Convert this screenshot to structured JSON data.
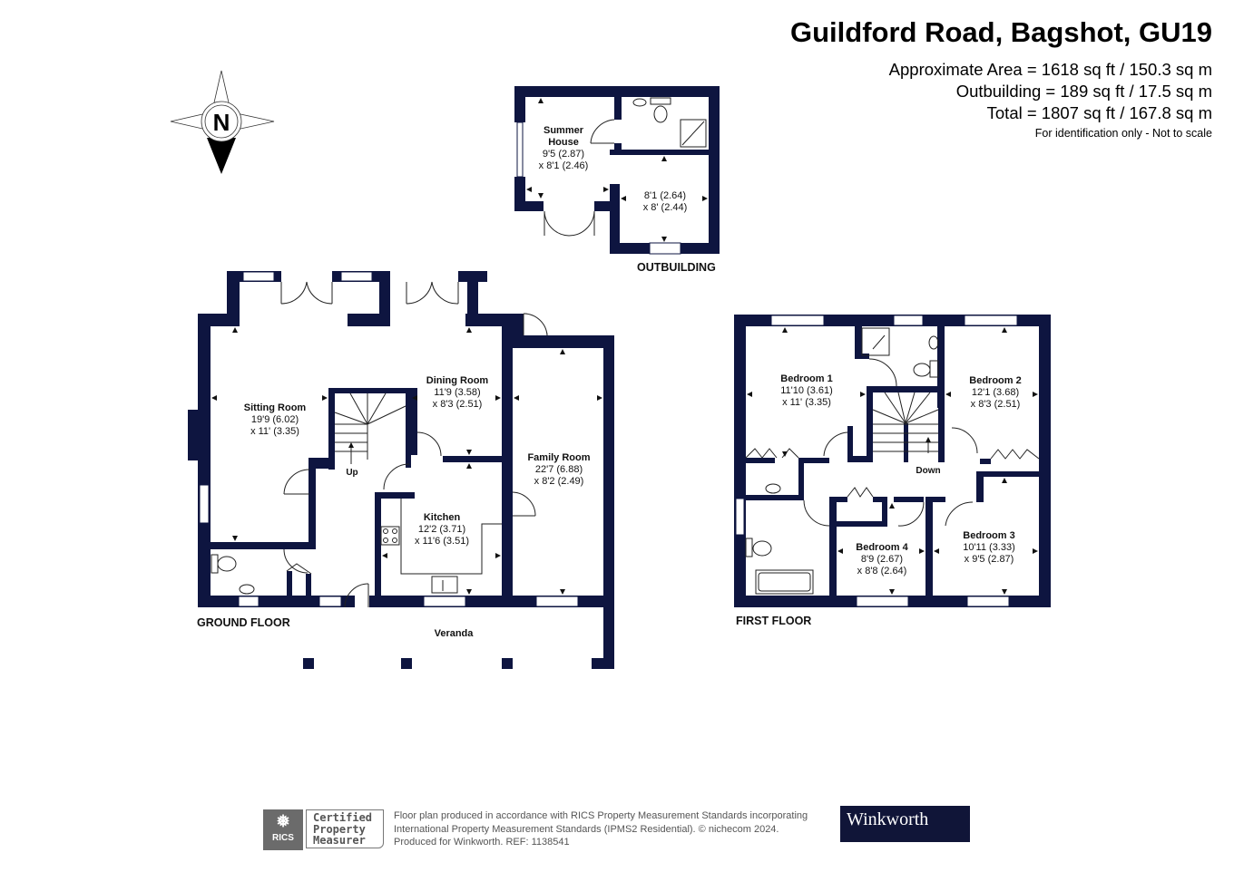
{
  "header": {
    "title": "Guildford Road, Bagshot, GU19",
    "approx_area": "Approximate Area = 1618 sq ft / 150.3 sq m",
    "outbuilding_area": "Outbuilding = 189 sq ft / 17.5 sq m",
    "total_area": "Total = 1807 sq ft / 167.8 sq m",
    "disclaimer": "For identification only - Not to scale"
  },
  "compass": {
    "letter": "N",
    "icon": "north-compass-icon"
  },
  "colors": {
    "wall": "#0e1540",
    "brand_bg": "#101538",
    "rics_grey": "#6b6b6b"
  },
  "outbuilding": {
    "label": "OUTBUILDING",
    "rooms": [
      {
        "name_line1": "Summer",
        "name_line2": "House",
        "dim1": "9'5 (2.87)",
        "dim2": "x 8'1 (2.46)"
      },
      {
        "name": "",
        "dim1": "8'1 (2.64)",
        "dim2": "x 8' (2.44)"
      }
    ]
  },
  "ground_floor": {
    "label": "GROUND FLOOR",
    "stairs_label": "Up",
    "veranda_label": "Veranda",
    "rooms": [
      {
        "name": "Sitting Room",
        "dim1": "19'9 (6.02)",
        "dim2": "x 11' (3.35)"
      },
      {
        "name": "Dining Room",
        "dim1": "11'9 (3.58)",
        "dim2": "x 8'3 (2.51)"
      },
      {
        "name": "Family Room",
        "dim1": "22'7 (6.88)",
        "dim2": "x 8'2 (2.49)"
      },
      {
        "name": "Kitchen",
        "dim1": "12'2 (3.71)",
        "dim2": "x 11'6 (3.51)"
      }
    ]
  },
  "first_floor": {
    "label": "FIRST FLOOR",
    "stairs_label": "Down",
    "rooms": [
      {
        "name": "Bedroom 1",
        "dim1": "11'10 (3.61)",
        "dim2": "x 11' (3.35)"
      },
      {
        "name": "Bedroom 2",
        "dim1": "12'1 (3.68)",
        "dim2": "x 8'3 (2.51)"
      },
      {
        "name": "Bedroom 3",
        "dim1": "10'11 (3.33)",
        "dim2": "x 9'5 (2.87)"
      },
      {
        "name": "Bedroom 4",
        "dim1": "8'9 (2.67)",
        "dim2": "x 8'8 (2.64)"
      }
    ]
  },
  "footer": {
    "rics_label": "RICS",
    "certified_line1": "Certified",
    "certified_line2": "Property",
    "certified_line3": "Measurer",
    "legal_line1": "Floor plan produced in accordance with RICS Property Measurement Standards incorporating",
    "legal_line2": "International Property Measurement Standards (IPMS2 Residential).   © nichecom 2024.",
    "legal_line3": "Produced for Winkworth.   REF:  1138541",
    "brand": "Winkworth"
  }
}
